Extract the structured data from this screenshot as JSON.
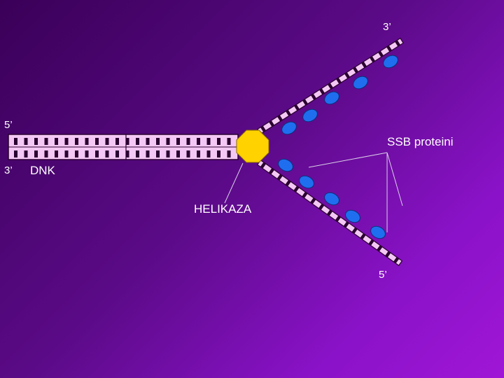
{
  "labels": {
    "three_prime_top": "3’",
    "five_prime_left": "5’",
    "three_prime_left": "3’",
    "dna": "DNK",
    "ssb": "SSB proteini",
    "helicase": "HELIKAZA",
    "five_prime_bottom": "5’"
  },
  "colors": {
    "strand_fill": "#f4c8f4",
    "strand_stroke": "#2a0030",
    "helicase": "#ffd200",
    "ssb_protein": "#1f6ef0",
    "callout_line": "#d9d0e6"
  },
  "icons": {
    "helicase": "octagon",
    "ssb_protein": "ellipse"
  }
}
